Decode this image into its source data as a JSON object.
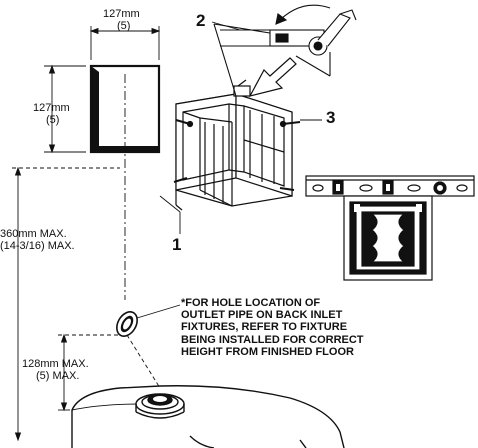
{
  "dimensions": {
    "width_top": {
      "mm": "127mm",
      "in": "(5)"
    },
    "height_left": {
      "mm": "127mm",
      "in": "(5)"
    },
    "max_height": {
      "mm": "360mm MAX.",
      "in": "(14-3/16) MAX."
    },
    "min_outlet": {
      "mm": "128mm MAX.",
      "in": "(5) MAX."
    }
  },
  "callouts": {
    "c1": "1",
    "c2": "2",
    "c3": "3"
  },
  "note": {
    "lines": [
      "*FOR HOLE LOCATION OF",
      "OUTLET PIPE ON BACK INLET",
      "FIXTURES, REFER TO FIXTURE",
      "BEING INSTALLED FOR CORRECT",
      "HEIGHT FROM FINISHED FLOOR"
    ]
  }
}
